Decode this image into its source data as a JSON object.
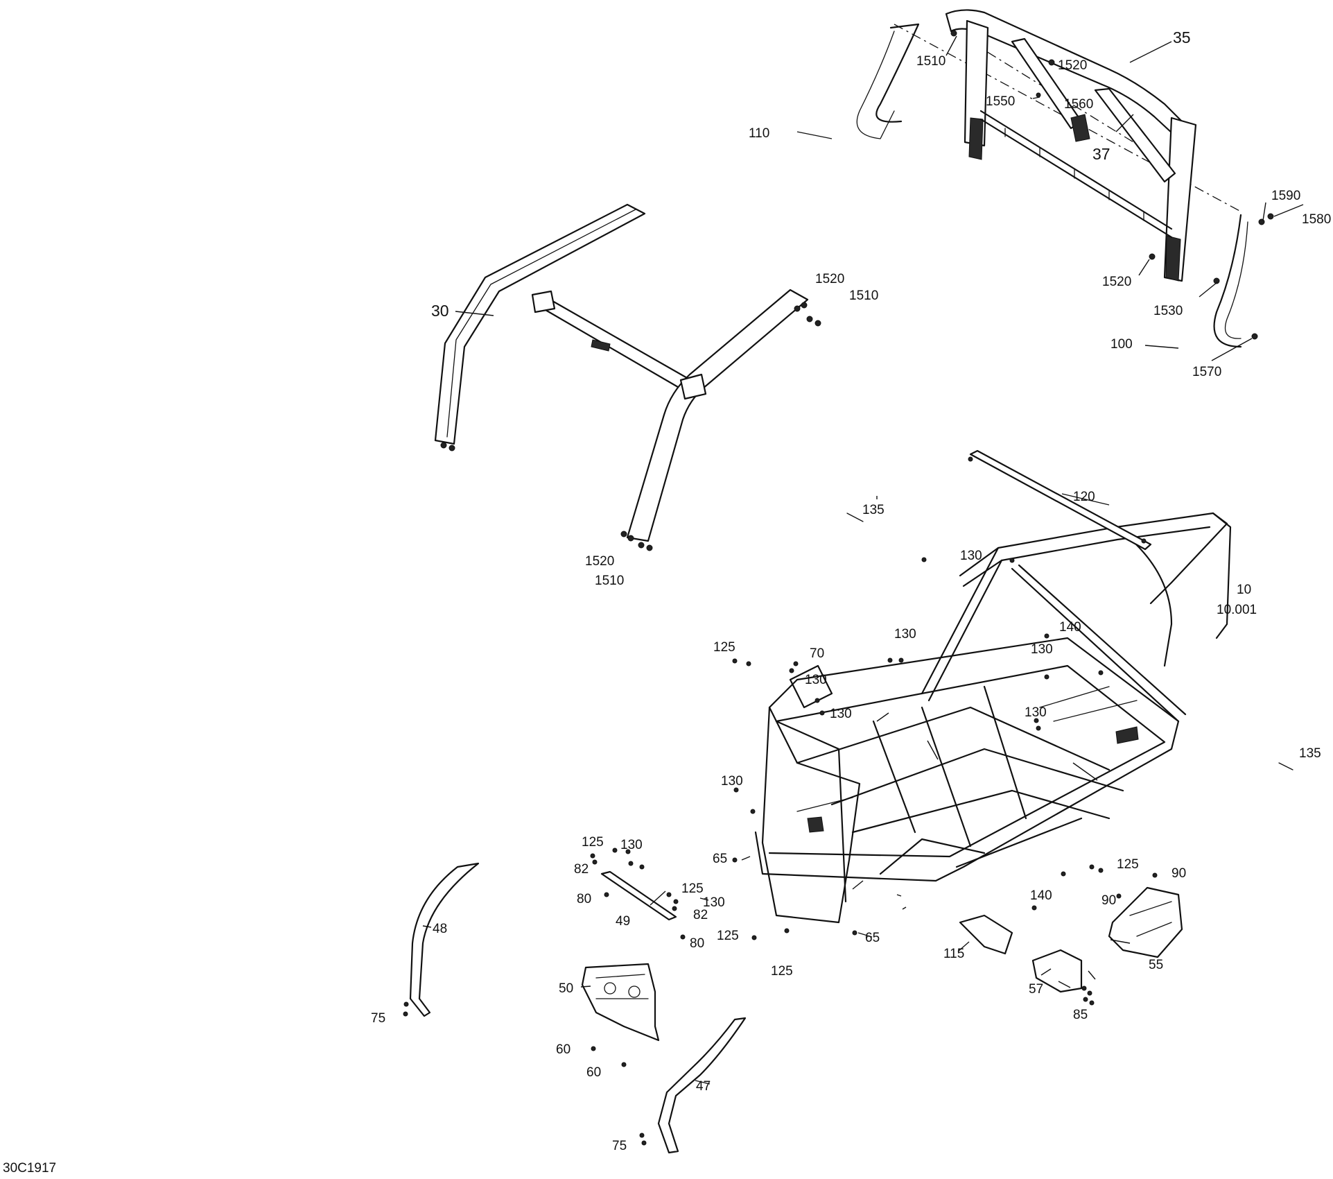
{
  "diagram_ref": "30C1917",
  "callouts": {
    "c35": "35",
    "c37": "37",
    "c1510_top": "1510",
    "c1520_top": "1520",
    "c1550": "1550",
    "c1560": "1560",
    "c110": "110",
    "c1590": "1590",
    "c1580": "1580",
    "c1520_rear": "1520",
    "c1530": "1530",
    "c100": "100",
    "c1570": "1570",
    "c30": "30",
    "c1520_mid": "1520",
    "c1510_mid": "1510",
    "c1520_low": "1520",
    "c1510_low": "1510",
    "c120": "120",
    "c135_a": "135",
    "c135_b": "135",
    "c130_a": "130",
    "c10": "10",
    "c10001": "10.001",
    "c130_b": "130",
    "c140": "140",
    "c130_c": "130",
    "c125_a": "125",
    "c70": "70",
    "c130_d": "130",
    "c130_e": "130",
    "c130_f": "130",
    "c130_g": "130",
    "c125_b": "125",
    "c130_h": "130",
    "c82_a": "82",
    "c65_a": "65",
    "c80_a": "80",
    "c125_c": "125",
    "c130_i": "130",
    "c82_b": "82",
    "c49": "49",
    "c80_b": "80",
    "c125_d": "125",
    "c65_b": "65",
    "c125_e": "125",
    "c125_f": "125",
    "c90_a": "90",
    "c90_b": "90",
    "c140_b": "140",
    "c115": "115",
    "c55": "55",
    "c57": "57",
    "c85": "85",
    "c48": "48",
    "c75_a": "75",
    "c50": "50",
    "c60_a": "60",
    "c60_b": "60",
    "c47": "47",
    "c75_b": "75"
  }
}
